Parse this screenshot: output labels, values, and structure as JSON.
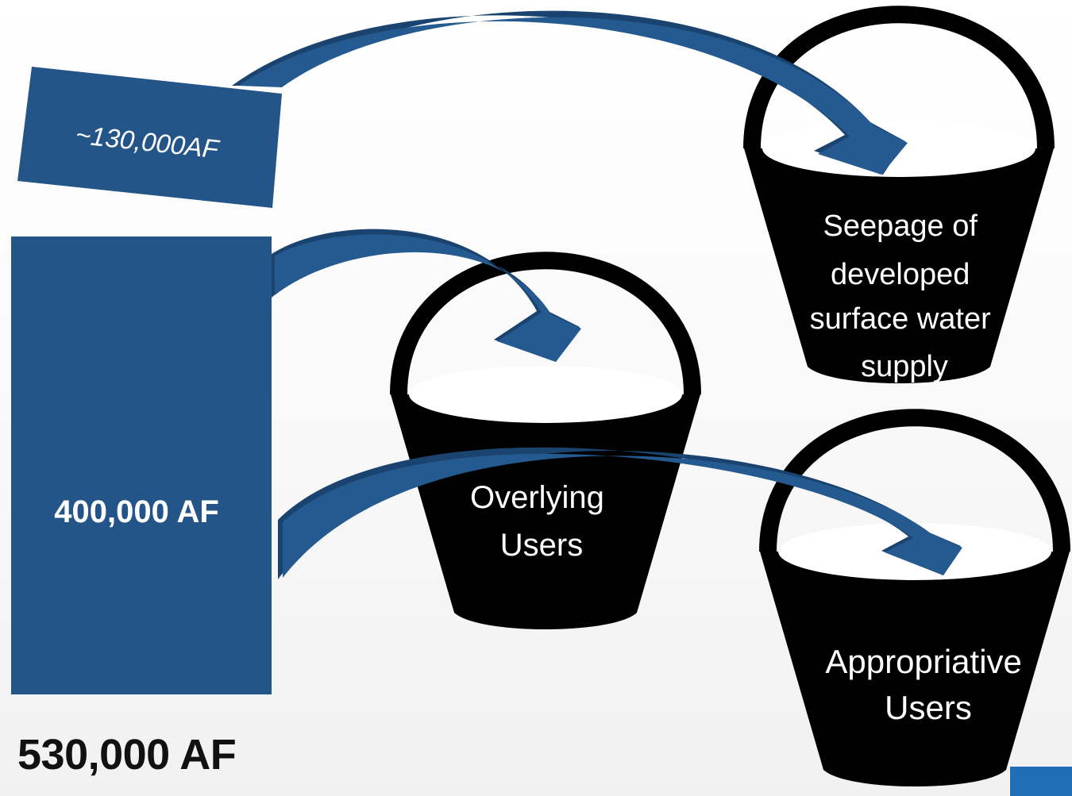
{
  "blocks": {
    "small": {
      "label": "~130,000AF"
    },
    "large": {
      "label": "400,000 AF"
    }
  },
  "buckets": {
    "seepage": {
      "lines": [
        "Seepage of",
        "developed",
        "surface water",
        "supply"
      ]
    },
    "overlying": {
      "lines": [
        "Overlying",
        "Users"
      ]
    },
    "appropriative": {
      "lines": [
        "Appropriative",
        "Users"
      ]
    }
  },
  "total": {
    "label": "530,000 AF"
  },
  "colors": {
    "block_fill": "#235589",
    "arrow_fill": "#245a8f",
    "arrow_shadow": "#1a446f",
    "bucket_fill": "#000000",
    "corner_accent": "#1f6fb6"
  }
}
